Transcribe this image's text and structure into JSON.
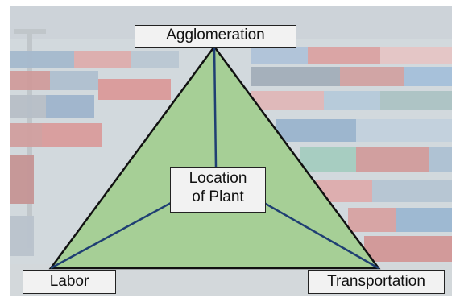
{
  "diagram": {
    "nodes": {
      "top": "Agglomeration",
      "center_line1": "Location",
      "center_line2": "of Plant",
      "bottom_left": "Labor",
      "bottom_right": "Transportation"
    },
    "colors": {
      "triangle_fill": "#a6cf96",
      "triangle_stroke": "#111111",
      "connector": "#1f3f73",
      "label_bg": "#f2f2f2"
    },
    "background": "shipping-container-yard-photo"
  }
}
